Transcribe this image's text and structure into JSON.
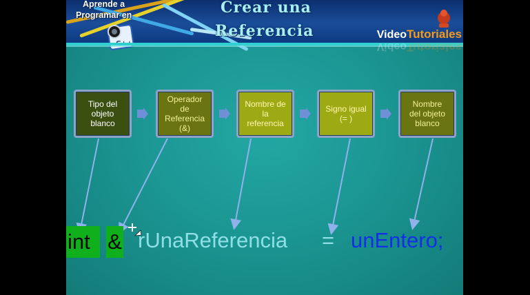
{
  "header": {
    "logo_line1": "Aprende a",
    "logo_line2": "Programar en",
    "title_line1": "Crear una",
    "title_line2": "Referencia",
    "brand_video": "Video",
    "brand_tutoriales": "Tutoriales"
  },
  "diagram": {
    "boxes": [
      {
        "lines": [
          "Tipo del",
          "objeto",
          "blanco"
        ]
      },
      {
        "lines": [
          "Operador",
          "de",
          "Referencia",
          "(&)"
        ]
      },
      {
        "lines": [
          "Nombre de",
          "la",
          "referencia"
        ]
      },
      {
        "lines": [
          "Signo igual",
          "(= )"
        ]
      },
      {
        "lines": [
          "Nombre",
          "del objeto",
          "blanco"
        ]
      }
    ]
  },
  "code": {
    "type": "int",
    "operator": "&",
    "ref_name": "rUnaReferencia",
    "equals": "=",
    "target": "unEntero;"
  },
  "colors": {
    "slide_bg": "#1b9693",
    "highlight": "#0fb01b",
    "target_blue": "#1330e6",
    "brand_orange": "#f59a1a"
  }
}
